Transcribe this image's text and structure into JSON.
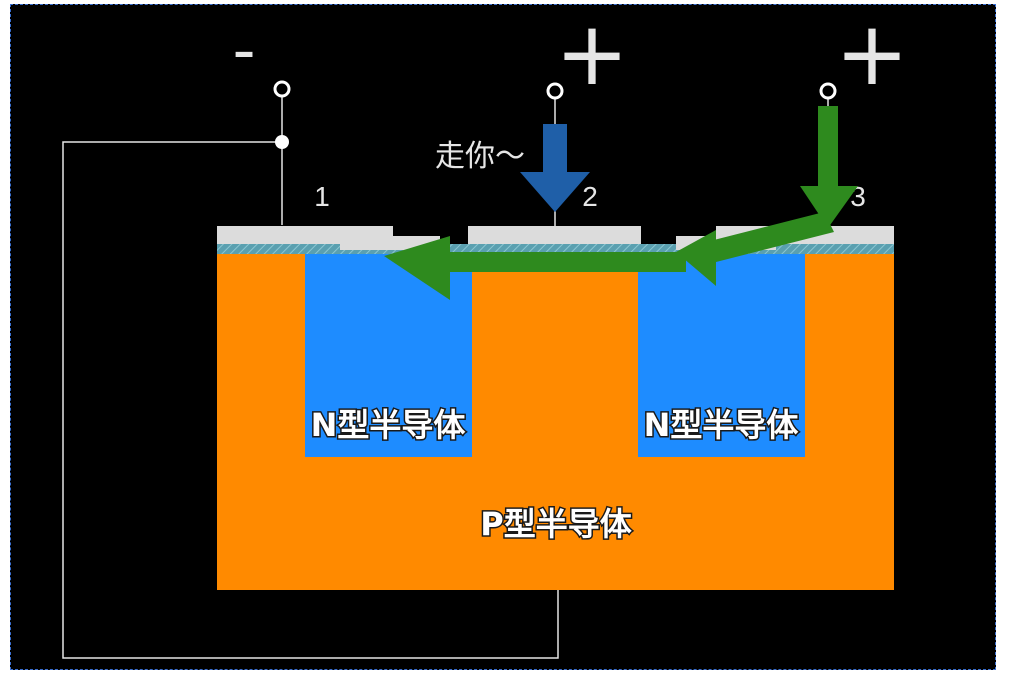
{
  "terminals": {
    "t1": {
      "sign": "-",
      "number": "1"
    },
    "t2": {
      "sign": "+",
      "number": "2"
    },
    "t3": {
      "sign": "+",
      "number": "3"
    }
  },
  "annotation": "走你～",
  "regions": {
    "n_left": "N型半导体",
    "n_right": "N型半导体",
    "p_substrate": "P型半导体"
  },
  "colors": {
    "background": "#000000",
    "p_type": "#ff8a00",
    "n_type": "#1e8cff",
    "contact": "#dcdcdc",
    "oxide": "#5aa0b0",
    "current_arrow": "#2e8a1e",
    "gate_arrow": "#1f5fa8",
    "wire": "#e6e6e6"
  }
}
